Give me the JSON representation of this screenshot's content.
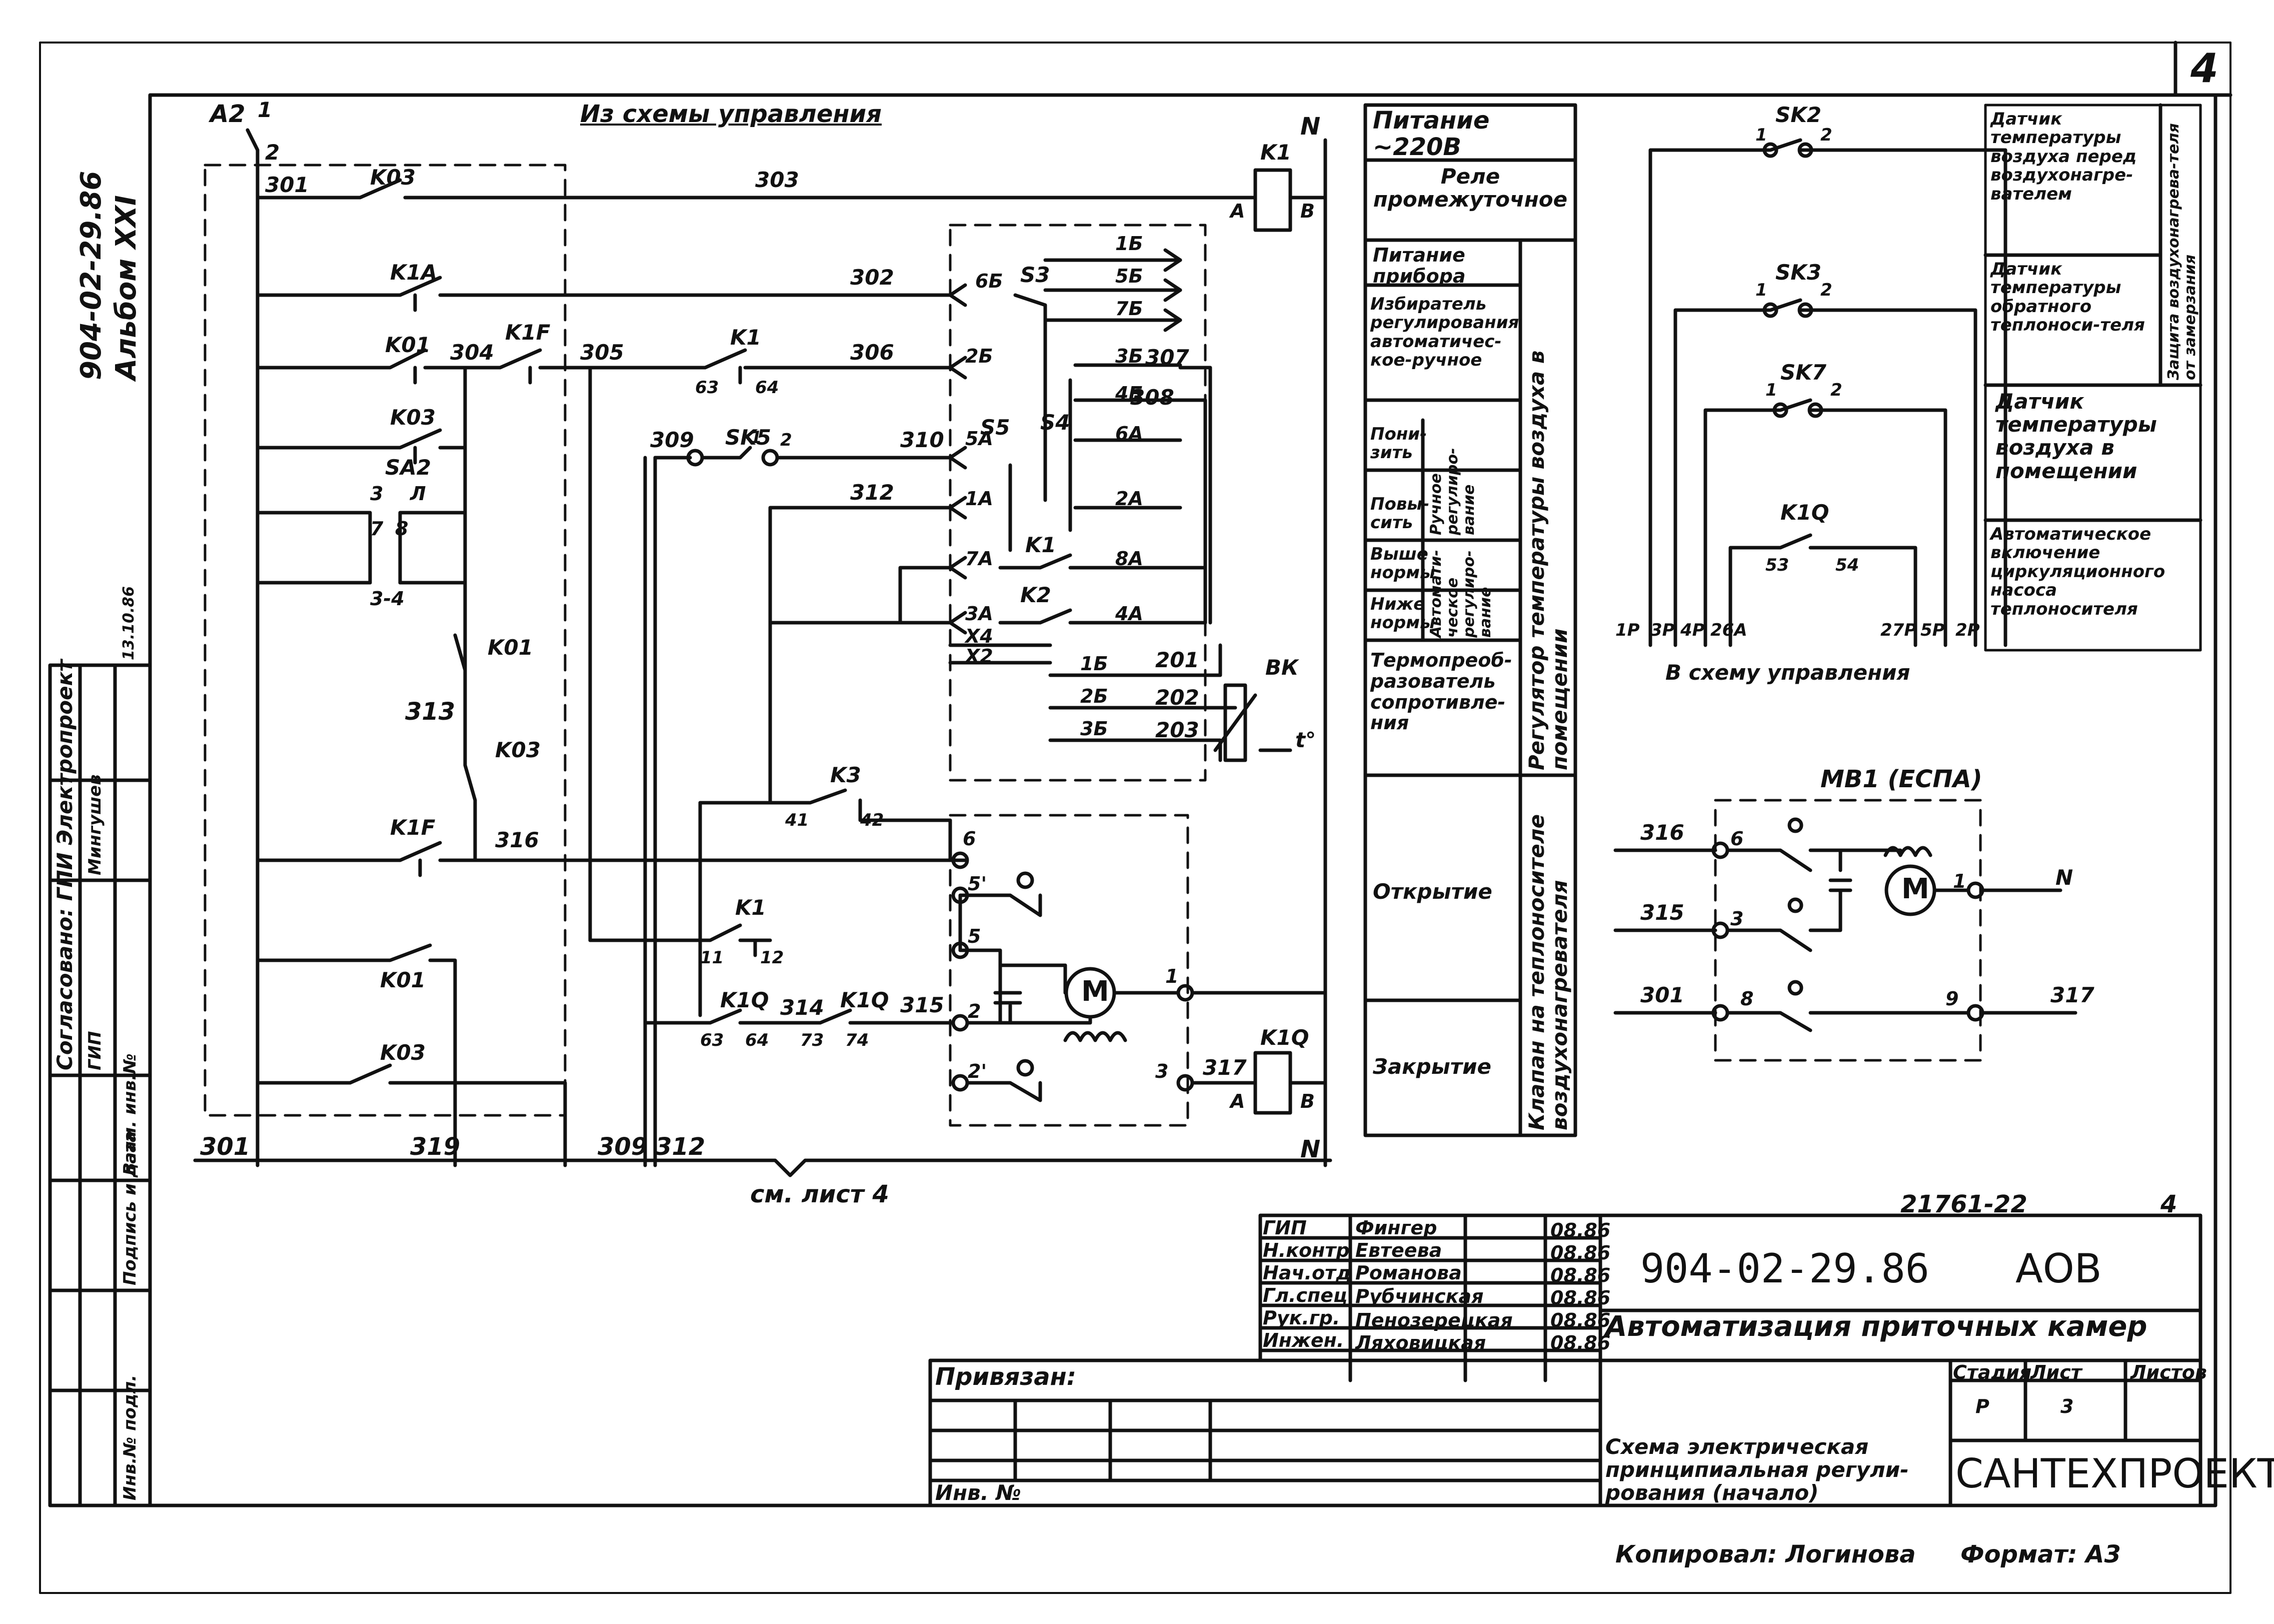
{
  "sheet": {
    "corner_number": "4",
    "album_code": "904-02-29.86",
    "album_name": "Альбом XXI",
    "stamp_ref": "21761-22",
    "stamp_sheet": "4",
    "copied_by": "Копировал: Логинова",
    "format": "Формат: А3"
  },
  "left_strip": {
    "agreed": "Согласовано: ГПИ Электропроект",
    "gip": "ГИП",
    "person": "Мингушев",
    "date": "13.10.86",
    "inv_zam": "Взам. инв.№",
    "podpis": "Подпись и дата",
    "inv_podl": "Инв.№ подл."
  },
  "schematic": {
    "header_note": "Из схемы управления",
    "see_sheet": "см. лист 4",
    "bottom_wires": [
      "301",
      "319",
      "309",
      "312"
    ],
    "supply_left": "А2",
    "supply_left_terminal": "1",
    "supply_left_terminal2": "2",
    "neutral": "N",
    "relay_k1": "K1",
    "relay_a": "А",
    "relay_b": "В",
    "relay_k1q": "K1Q",
    "wires": [
      "301",
      "303",
      "302",
      "304",
      "305",
      "306",
      "307",
      "308",
      "309",
      "310",
      "312",
      "313",
      "316",
      "315",
      "314",
      "317",
      "201",
      "202",
      "203"
    ],
    "contacts": [
      "K03",
      "K1A",
      "K01",
      "K1F",
      "K1",
      "63",
      "64",
      "K03",
      "SA2",
      "3",
      "Л",
      "7",
      "8",
      "3-4",
      "K01",
      "K03",
      "K1F",
      "K01",
      "K03",
      "SK5",
      "1",
      "2",
      "S3",
      "S5",
      "S4",
      "K1",
      "K2",
      "K3",
      "41",
      "42",
      "K1",
      "11",
      "12",
      "K1Q",
      "63",
      "64",
      "K1Q",
      "73",
      "74"
    ],
    "terminals": [
      "1Б",
      "5Б",
      "7Б",
      "6Б",
      "2Б",
      "3Б",
      "4Б",
      "6А",
      "5А",
      "1А",
      "2А",
      "7А",
      "8А",
      "3А",
      "4А",
      "X4",
      "X2",
      "1Б",
      "2Б",
      "3Б"
    ],
    "sensor": "ВК",
    "sensor_t": "t°",
    "motor_terms": [
      "6",
      "5'",
      "5",
      "2",
      "2'",
      "1",
      "3"
    ],
    "motor": "M"
  },
  "legend": {
    "rows": [
      {
        "a": "Питание ~220В"
      },
      {
        "a": "Реле промежуточное"
      },
      {
        "a": "Питание прибора"
      },
      {
        "a": "Избиратель регулирования автоматичес-кое-ручное"
      },
      {
        "a": "Пони-зить",
        "b": "Ручное регулиро-вание"
      },
      {
        "a": "Повы-сить"
      },
      {
        "a": "Выше нормы",
        "b": "Автомати-ческое регулиро-вание"
      },
      {
        "a": "Ниже нормы"
      },
      {
        "a": "Термопреоб-разователь сопротивле-ния"
      },
      {
        "a": "Открытие"
      },
      {
        "a": "Закрытие"
      }
    ],
    "side1": "Регулятор температуры воздуха в помещении",
    "side2": "Клапан на теплоносителе воздухонагревателя"
  },
  "right_schematic": {
    "sensors": [
      "SK2",
      "SK3",
      "SK7",
      "K1Q"
    ],
    "pins": [
      "1",
      "2",
      "1",
      "2",
      "1",
      "2",
      "53",
      "54"
    ],
    "terminals": [
      "1Р",
      "3Р",
      "4Р",
      "26А",
      "27Р",
      "5Р",
      "2Р"
    ],
    "caption": "В схему управления",
    "actuator": "МВ1 (ЕСПА)",
    "act_wires": [
      "316",
      "315",
      "301",
      "317",
      "N"
    ],
    "act_terms": [
      "6",
      "3",
      "8",
      "1",
      "9"
    ],
    "motor": "M"
  },
  "right_legend": [
    "Датчик температуры воздуха перед воздухонагре-вателем",
    "Датчик температуры обратного теплоноси-теля",
    "Защита воздухонагрева-теля от замерзания",
    "Датчик температуры воздуха в помещении",
    "Автоматическое включение циркуляционного насоса теплоносителя"
  ],
  "title_block": {
    "rows": [
      {
        "role": "ГИП",
        "name": "Фингер",
        "date": "08.86"
      },
      {
        "role": "Н.контр",
        "name": "Евтеева",
        "date": "08.86"
      },
      {
        "role": "Нач.отд",
        "name": "Романова",
        "date": "08.86"
      },
      {
        "role": "Гл.спец",
        "name": "Рубчинская",
        "date": "08.86"
      },
      {
        "role": "Рук.гр.",
        "name": "Пенозерецкая",
        "date": "08.86"
      },
      {
        "role": "Инжен.",
        "name": "Ляховицкая",
        "date": "08.86"
      }
    ],
    "code": "904-02-29.86",
    "mark": "АОВ",
    "title": "Автоматизация приточных камер",
    "subtitle": "Схема электрическая принципиальная регули-рования (начало)",
    "stage_label": "Стадия",
    "sheet_label": "Лист",
    "sheets_label": "Листов",
    "stage": "Р",
    "sheet": "3",
    "org": "САНТЕХПРОЕКТ",
    "bound": "Привязан:",
    "inv": "Инв. №"
  }
}
